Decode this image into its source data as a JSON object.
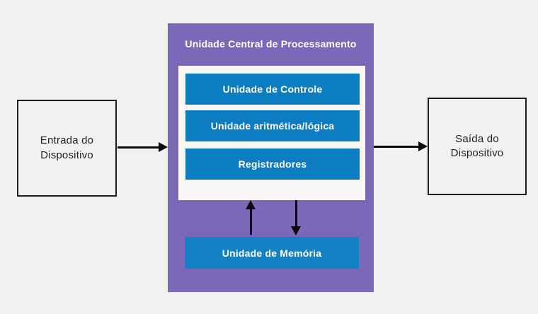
{
  "diagram_title": "Unidade Central de Processamento",
  "colors": {
    "background": "#f2f1f0",
    "cpu_purple": "#7b68b8",
    "unit_blue": "#0d7dc1",
    "memory_blue": "#1282c4",
    "inner_panel": "#f8f7f6",
    "arrow_black": "#0b0b0b",
    "box_border": "#1c1c1c"
  },
  "input_box": {
    "label": "Entrada do\nDispositivo"
  },
  "output_box": {
    "label": "Saída do\nDispositivo"
  },
  "cpu": {
    "title": "Unidade Central de Processamento",
    "units": [
      {
        "label": "Unidade de Controle"
      },
      {
        "label": "Unidade aritmética/lógica"
      },
      {
        "label": "Registradores"
      }
    ],
    "memory": {
      "label": "Unidade de Memória"
    }
  }
}
